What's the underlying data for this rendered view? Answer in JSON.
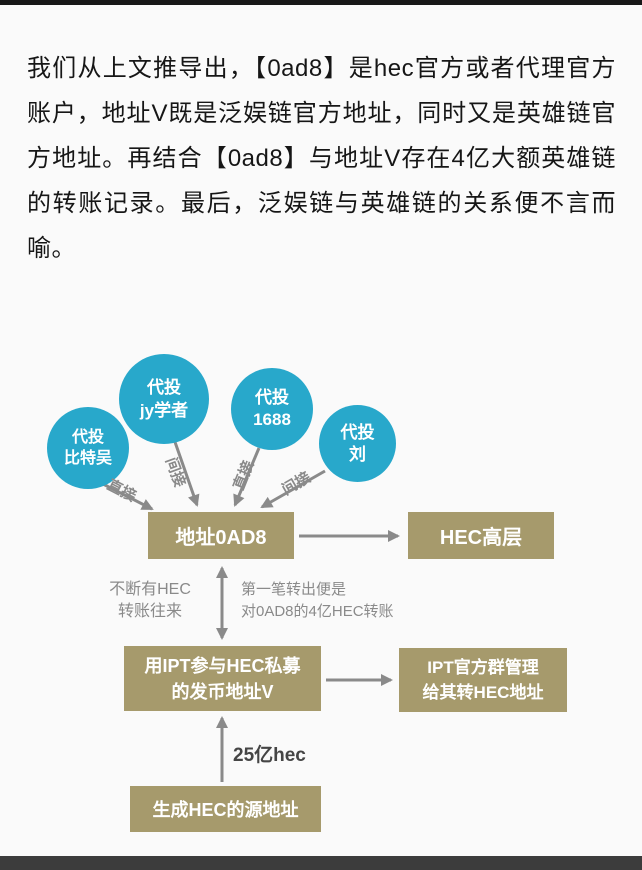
{
  "colors": {
    "box_tan": "#a69a6c",
    "circle_teal": "#28a8cb",
    "arrow_gray": "#8a8a8a",
    "bottom_bar": "#3c3c3c"
  },
  "article": {
    "text": "我们从上文推导出，【0ad8】是hec官方或者代理官方账户，地址V既是泛娱链官方地址，同时又是英雄链官方地址。再结合【0ad8】与地址V存在4亿大额英雄链的转账记录。最后，泛娱链与英雄链的关系便不言而喻。"
  },
  "diagram": {
    "investors": [
      {
        "line1": "代投",
        "line2": "比特吴"
      },
      {
        "line1": "代投",
        "line2": "jy学者"
      },
      {
        "line1": "代投",
        "line2": "1688"
      },
      {
        "line1": "代投",
        "line2": "刘"
      }
    ],
    "edge_labels": {
      "direct1": "直接",
      "indirect1": "间接",
      "direct2": "直接",
      "indirect2": "间接"
    },
    "boxes": {
      "addr0ad8": "地址0AD8",
      "hec_top": "HEC高层",
      "addr_v_line1": "用IPT参与HEC私募",
      "addr_v_line2": "的发币地址V",
      "ipt_group_line1": "IPT官方群管理",
      "ipt_group_line2": "给其转HEC地址",
      "source_addr": "生成HEC的源地址"
    },
    "annotations": {
      "left_line1": "不断有HEC",
      "left_line2": "转账往来",
      "right_line1": "第一笔转出便是",
      "right_line2": "对0AD8的4亿HEC转账",
      "amount": "25亿hec"
    }
  }
}
